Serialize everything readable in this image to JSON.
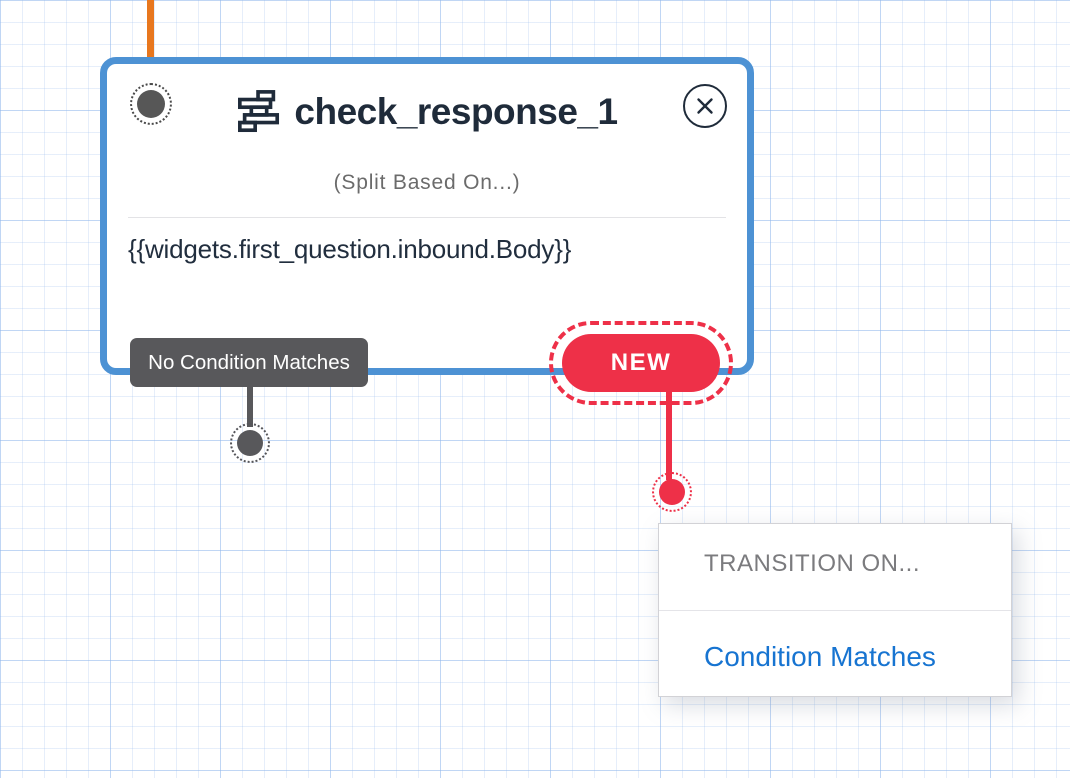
{
  "colors": {
    "widget_border_blue": "#4D92D4",
    "incoming_connector_orange": "#E8771E",
    "accent_red": "#EE3048",
    "neutral_gray": "#58585B",
    "title_navy": "#1F2B3A",
    "menu_link_blue": "#1774D1",
    "grid_line_blue": "#dce8fa"
  },
  "widget": {
    "title": "check_response_1",
    "type_label": "(Split Based On...)",
    "variable": "{{widgets.first_question.inbound.Body}}",
    "icons": {
      "type": "split-icon",
      "close": "close-icon",
      "input_port": "input-port-dot",
      "output_ports": "output-port-dot"
    }
  },
  "transitions": {
    "no_match_label": "No Condition Matches",
    "new_label": "NEW"
  },
  "menu": {
    "header": "TRANSITION ON...",
    "items": [
      {
        "label": "Condition Matches"
      }
    ]
  }
}
